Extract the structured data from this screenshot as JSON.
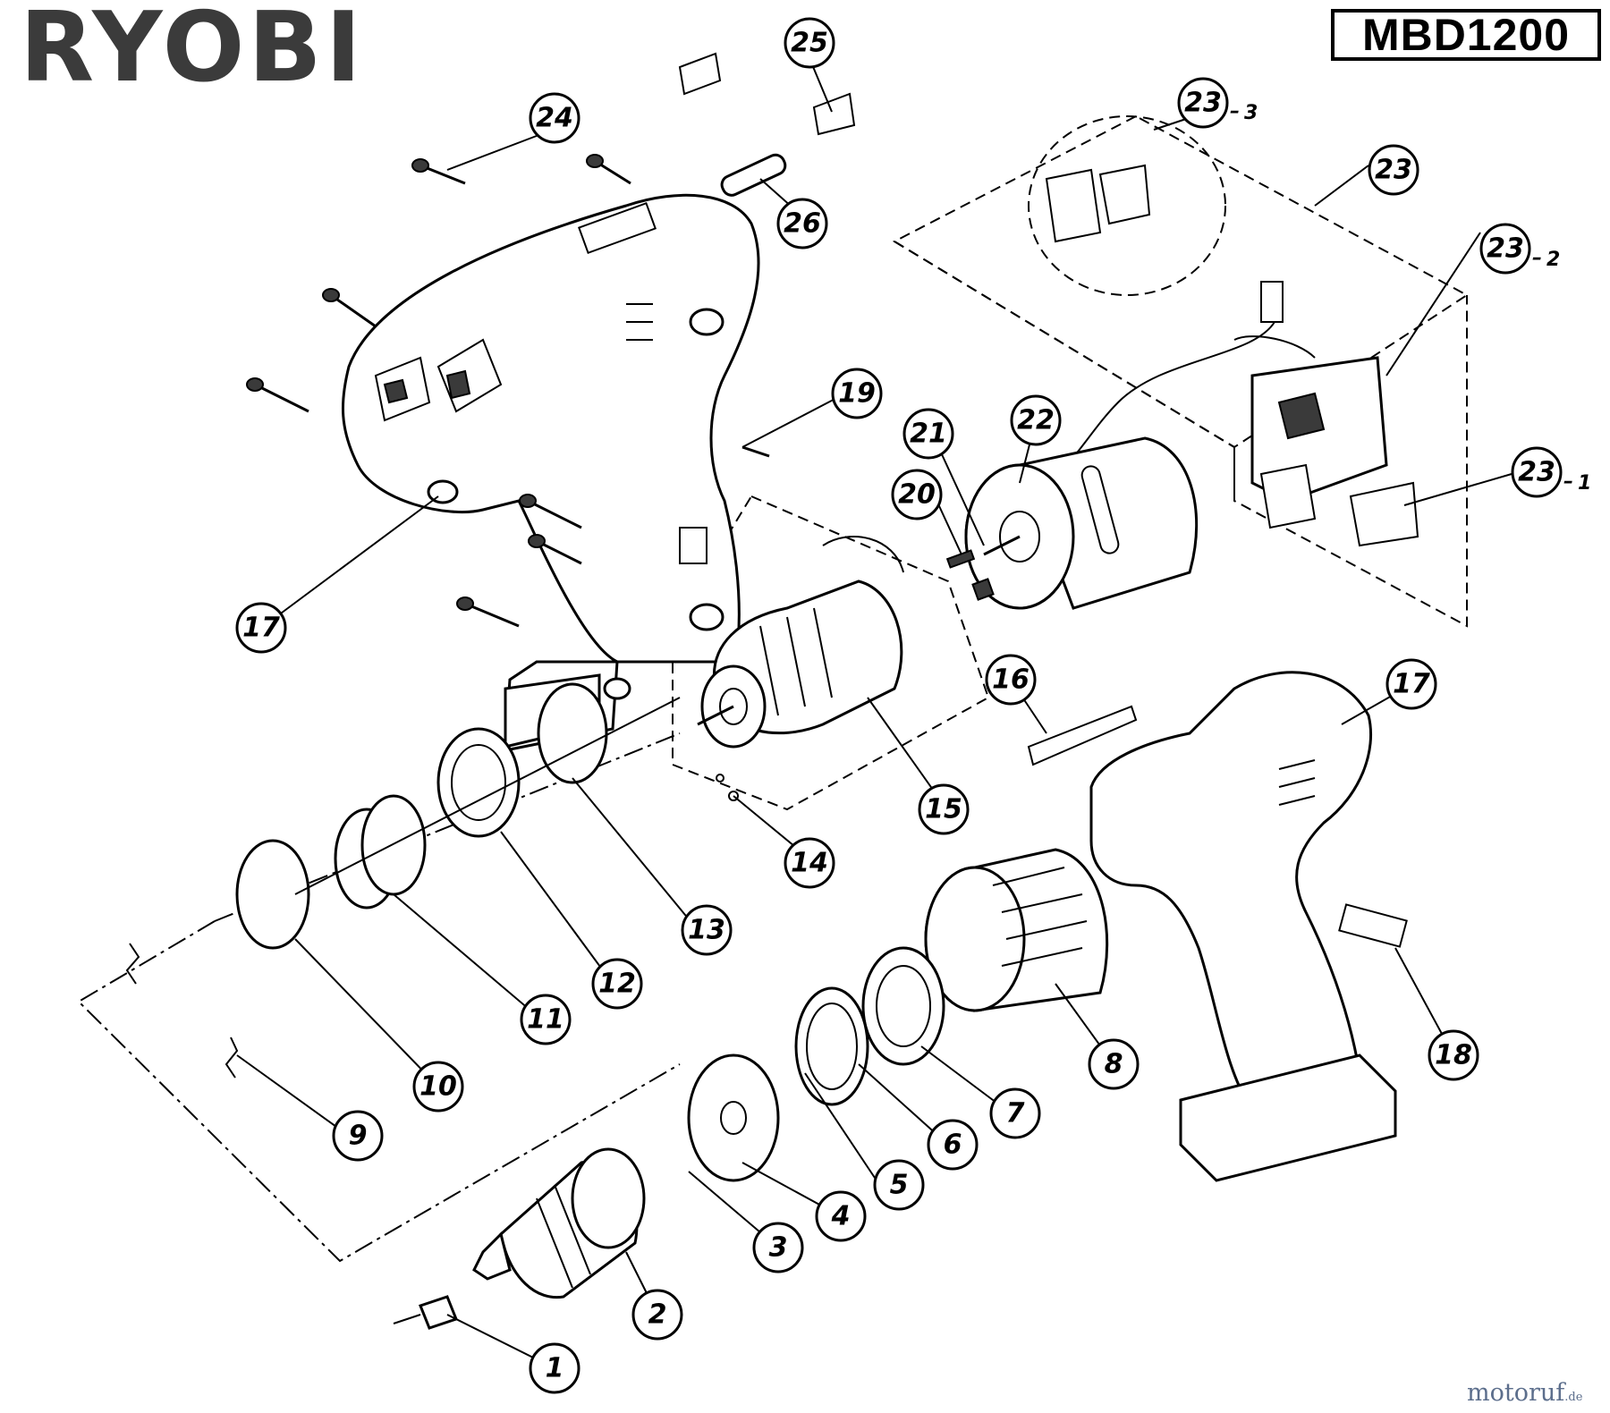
{
  "brand": "RYOBI",
  "model": "MBD1200",
  "watermark": {
    "name": "motoruf",
    "tld": ".de"
  },
  "parts": [
    {
      "id": "p1",
      "label": "1"
    },
    {
      "id": "p2",
      "label": "2"
    },
    {
      "id": "p3",
      "label": "3"
    },
    {
      "id": "p4",
      "label": "4"
    },
    {
      "id": "p5",
      "label": "5"
    },
    {
      "id": "p6",
      "label": "6"
    },
    {
      "id": "p7",
      "label": "7"
    },
    {
      "id": "p8",
      "label": "8"
    },
    {
      "id": "p9",
      "label": "9"
    },
    {
      "id": "p10",
      "label": "10"
    },
    {
      "id": "p11",
      "label": "11"
    },
    {
      "id": "p12",
      "label": "12"
    },
    {
      "id": "p13",
      "label": "13"
    },
    {
      "id": "p14",
      "label": "14"
    },
    {
      "id": "p15",
      "label": "15"
    },
    {
      "id": "p16",
      "label": "16"
    },
    {
      "id": "p17a",
      "label": "17"
    },
    {
      "id": "p17b",
      "label": "17"
    },
    {
      "id": "p18",
      "label": "18"
    },
    {
      "id": "p19",
      "label": "19"
    },
    {
      "id": "p20",
      "label": "20"
    },
    {
      "id": "p21",
      "label": "21"
    },
    {
      "id": "p22",
      "label": "22"
    },
    {
      "id": "p23",
      "label": "23"
    },
    {
      "id": "p23-1",
      "label": "23",
      "suffix": "1"
    },
    {
      "id": "p23-2",
      "label": "23",
      "suffix": "2"
    },
    {
      "id": "p23-3",
      "label": "23",
      "suffix": "3"
    },
    {
      "id": "p24",
      "label": "24"
    },
    {
      "id": "p25",
      "label": "25"
    },
    {
      "id": "p26",
      "label": "26"
    }
  ]
}
